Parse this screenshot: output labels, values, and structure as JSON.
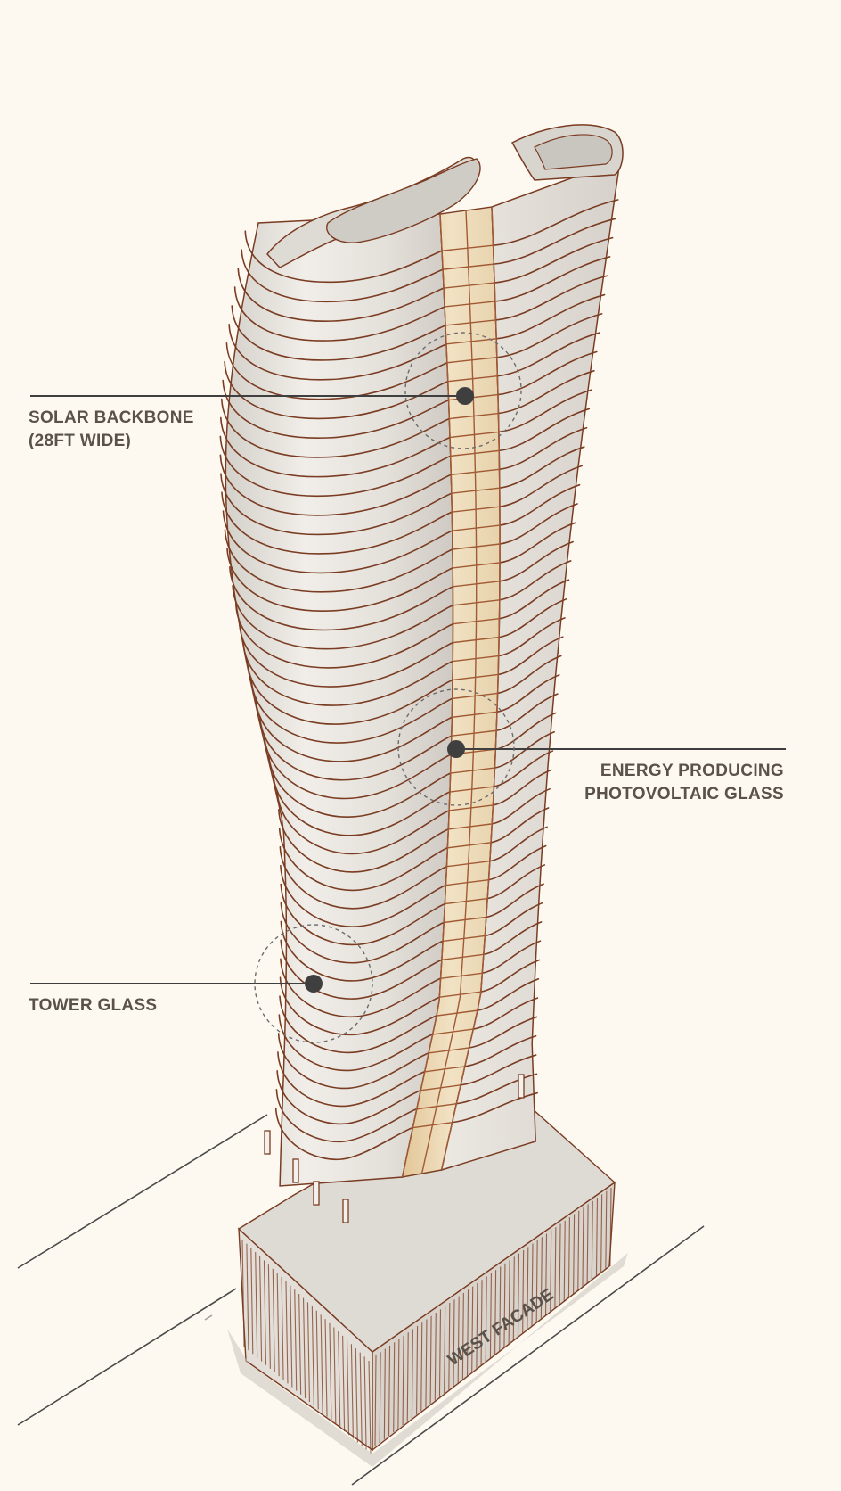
{
  "colors": {
    "background": "#fdf9f1",
    "outline": "#7a3c22",
    "glass": "#e6e2dc",
    "backbone": "#e7d2ac",
    "callout": "#3f3f3f",
    "label_text": "#5a524a"
  },
  "callouts": [
    {
      "lines": [
        "SOLAR  BACKBONE",
        "(28FT WIDE)"
      ],
      "side": "left",
      "icon": "marker-dot-icon"
    },
    {
      "lines": [
        "ENERGY PRODUCING",
        "PHOTOVOLTAIC GLASS"
      ],
      "side": "right",
      "icon": "marker-dot-icon"
    },
    {
      "lines": [
        "TOWER GLASS"
      ],
      "side": "left",
      "icon": "marker-dot-icon"
    }
  ],
  "street_label": "WEST FACADE"
}
